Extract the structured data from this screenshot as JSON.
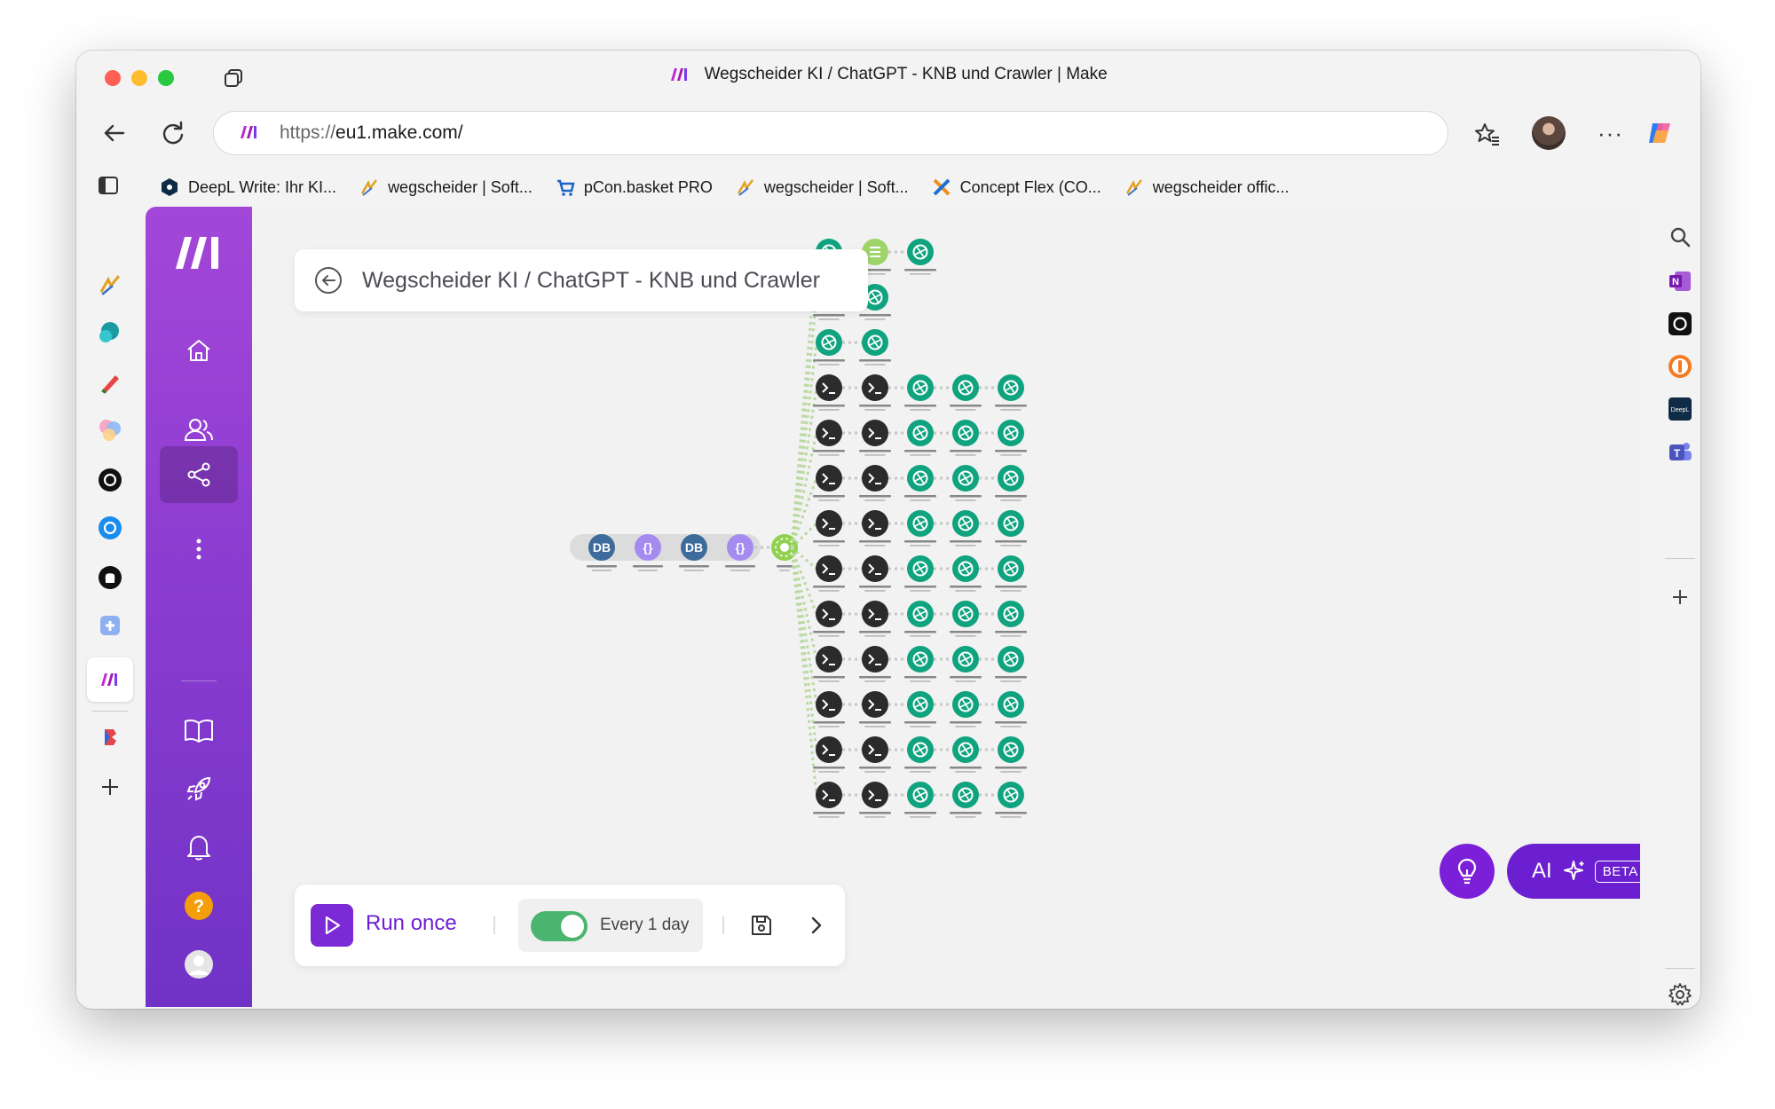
{
  "browser": {
    "window_title": "Wegscheider KI / ChatGPT - KNB und Crawler | Make",
    "url_protocol": "https://",
    "url_host": "eu1.make.com/"
  },
  "bookmarks": [
    {
      "label": "DeepL Write: Ihr KI...",
      "icon": "deepl-icon"
    },
    {
      "label": "wegscheider | Soft...",
      "icon": "wegscheider-icon"
    },
    {
      "label": "pCon.basket PRO",
      "icon": "cart-icon"
    },
    {
      "label": "wegscheider | Soft...",
      "icon": "wegscheider-icon"
    },
    {
      "label": "Concept Flex (CO...",
      "icon": "conceptflex-icon"
    },
    {
      "label": "wegscheider offic...",
      "icon": "wegscheider-icon"
    }
  ],
  "scenario": {
    "title": "Wegscheider KI / ChatGPT - KNB und Crawler"
  },
  "run_bar": {
    "run_label": "Run once",
    "schedule_label": "Every 1 day",
    "schedule_enabled": true
  },
  "assistant": {
    "ai_label": "AI",
    "beta_label": "BETA"
  },
  "colors": {
    "make_purple": "#7b2ad6",
    "openai_green": "#10a37f",
    "toggle_green": "#4ab56e",
    "terminal_dark": "#2b2b2b"
  }
}
